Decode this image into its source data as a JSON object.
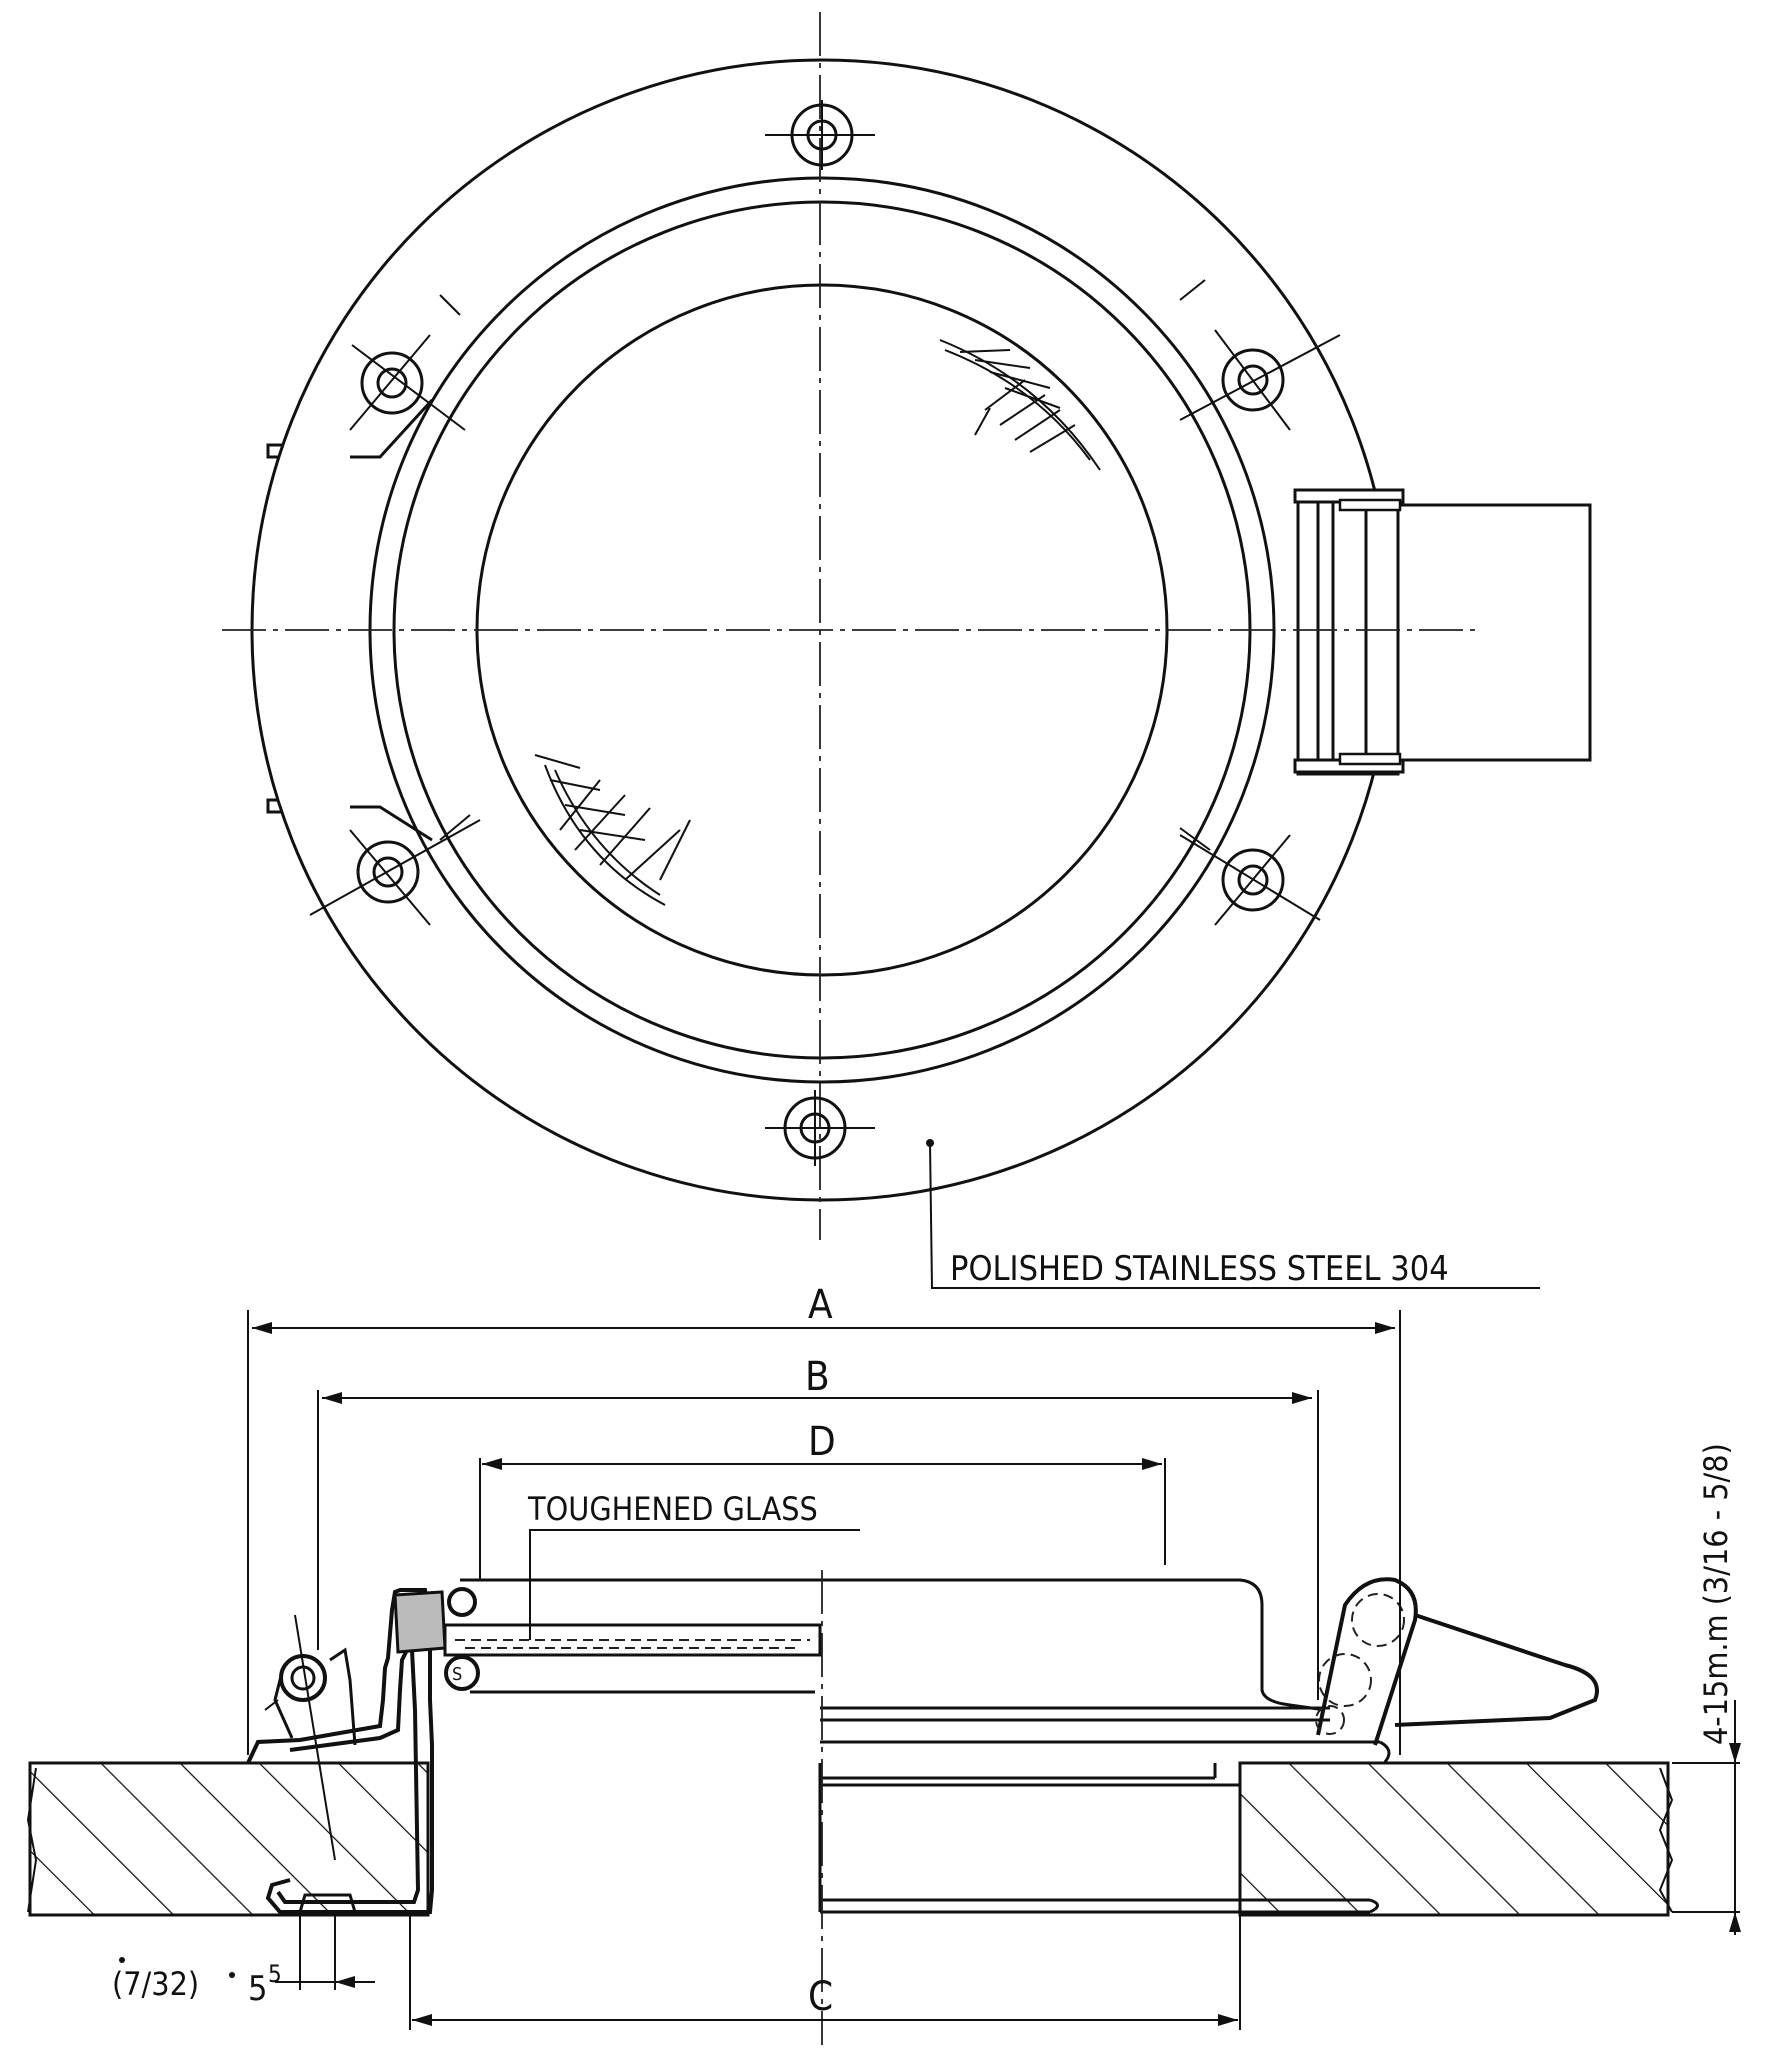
{
  "labels": {
    "material": "POLISHED STAINLESS STEEL 304",
    "glass": "TOUGHENED GLASS",
    "dim_a": "A",
    "dim_b": "B",
    "dim_c": "C",
    "dim_d": "D",
    "thickness": "4-15m.m (3/16 - 5/8)",
    "hole_inch": "(7/32)",
    "hole_mm": "5",
    "hole_mm_sup": "5",
    "gasket_mark": "S"
  },
  "colors": {
    "ink": "#111111",
    "paper": "#ffffff"
  }
}
